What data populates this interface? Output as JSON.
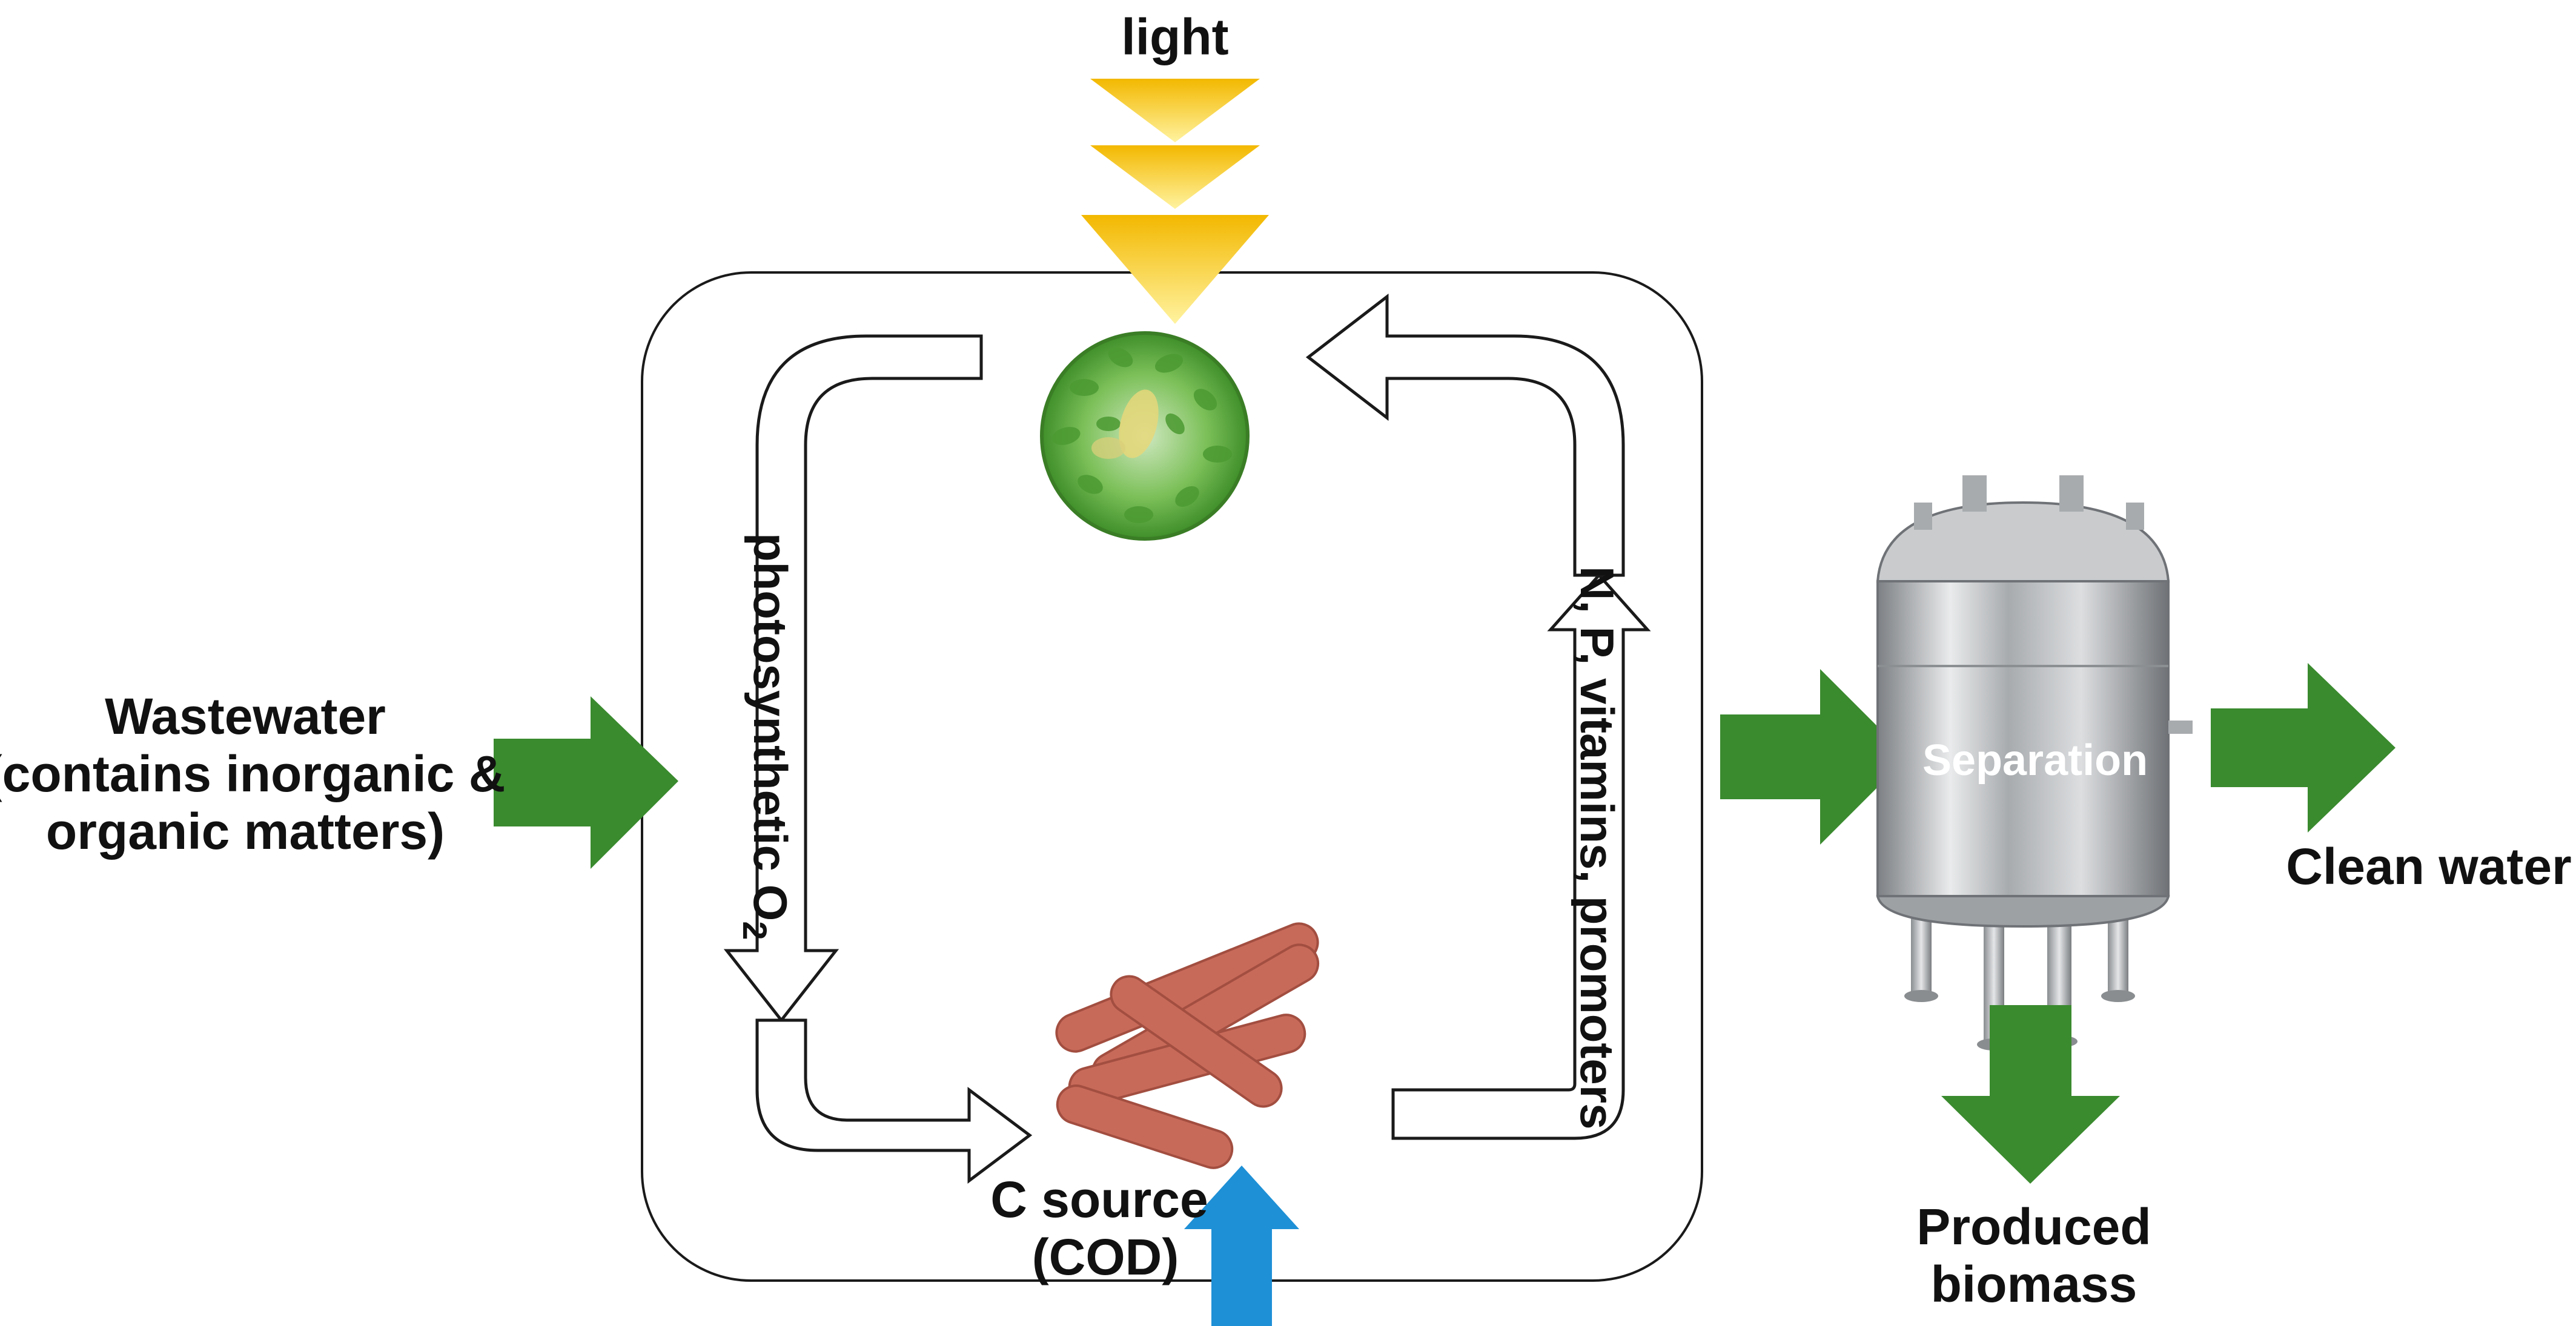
{
  "labels": {
    "light": "light",
    "wastewater_line1": "Wastewater",
    "wastewater_line2": "(contains inorganic &",
    "wastewater_line3": "organic matters)",
    "photosynthetic": "photosynthetic O",
    "photosynthetic_sub": "2",
    "nutrients": "N, P, vitamins, promoters",
    "c_source_line1": "C source",
    "c_source_line2": "(COD)",
    "separation": "Separation",
    "clean_water": "Clean water",
    "produced_line1": "Produced",
    "produced_line2": "biomass"
  },
  "colors": {
    "flow_arrow": "#3a8a2e",
    "input_arrow": "#1e90d6",
    "light": "#f7c400",
    "algae": "#5faf3c",
    "bacteria": "#c86a5a",
    "tank": "#b9bcbf",
    "outline": "#1a1a1a"
  },
  "icons": {
    "light_source": "light-rays-icon",
    "microalgae": "microalgae-cell-icon",
    "bacteria": "bacteria-icon",
    "separator": "separation-tank-icon"
  }
}
